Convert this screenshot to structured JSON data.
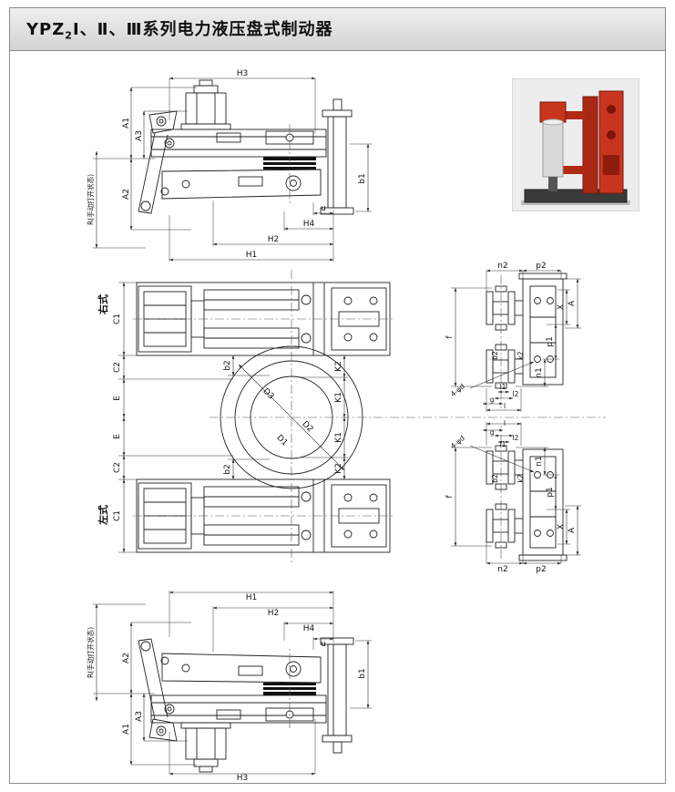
{
  "header": {
    "title_prefix": "YPZ",
    "title_sub": "2",
    "title_suffix": "Ⅰ、Ⅱ、Ⅲ系列电力液压盘式制动器"
  },
  "drawing": {
    "view_labels": {
      "right_type": "右式",
      "left_type": "左式"
    },
    "dims": {
      "H1": "H1",
      "H2": "H2",
      "H3": "H3",
      "H4": "H4",
      "A1": "A1",
      "A2": "A2",
      "A3": "A3",
      "A": "A",
      "R": "R(手动打开状态)",
      "b1": "b1",
      "b2": "b2",
      "u": "u",
      "C1": "C1",
      "C2": "C2",
      "E": "E",
      "K1": "K1",
      "K2": "K2",
      "k2": "k2",
      "D1": "D1",
      "D2": "D2",
      "D3": "D3",
      "f": "f",
      "g": "g",
      "n1": "n1",
      "n2": "n2",
      "p1": "p1",
      "p2": "p2",
      "X": "X",
      "l": "l",
      "l1": "l1",
      "l2": "l2",
      "bolt_holes": "4-φd"
    },
    "photo": {
      "background": "#ededed",
      "device_color": "#c8351f",
      "frame_color": "#a82815",
      "cylinder_color": "#d9d9d9",
      "base_color": "#3a3a3a"
    }
  }
}
